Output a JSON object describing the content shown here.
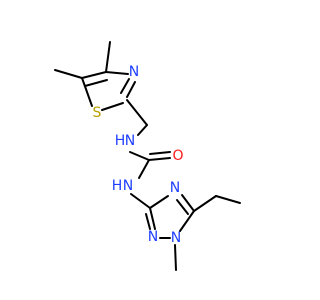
{
  "molecule": {
    "atoms": {
      "S1": {
        "symbol": "S",
        "color": "#b8a000"
      },
      "N_thiazole": {
        "symbol": "N",
        "color": "#1f3fff"
      },
      "NH_upper": {
        "symbol": "H",
        "symbol2": "N",
        "color": "#1f3fff"
      },
      "O": {
        "symbol": "O",
        "color": "#ff1a1a"
      },
      "NH_lower": {
        "symbol": "H",
        "symbol2": "N",
        "color": "#1f3fff"
      },
      "N_triazole_top": {
        "symbol": "N",
        "color": "#1f3fff"
      },
      "N_triazole_left": {
        "symbol": "N",
        "color": "#1f3fff"
      },
      "N_triazole_bottom": {
        "symbol": "N",
        "color": "#1f3fff"
      }
    },
    "bond_color": "#000000"
  }
}
